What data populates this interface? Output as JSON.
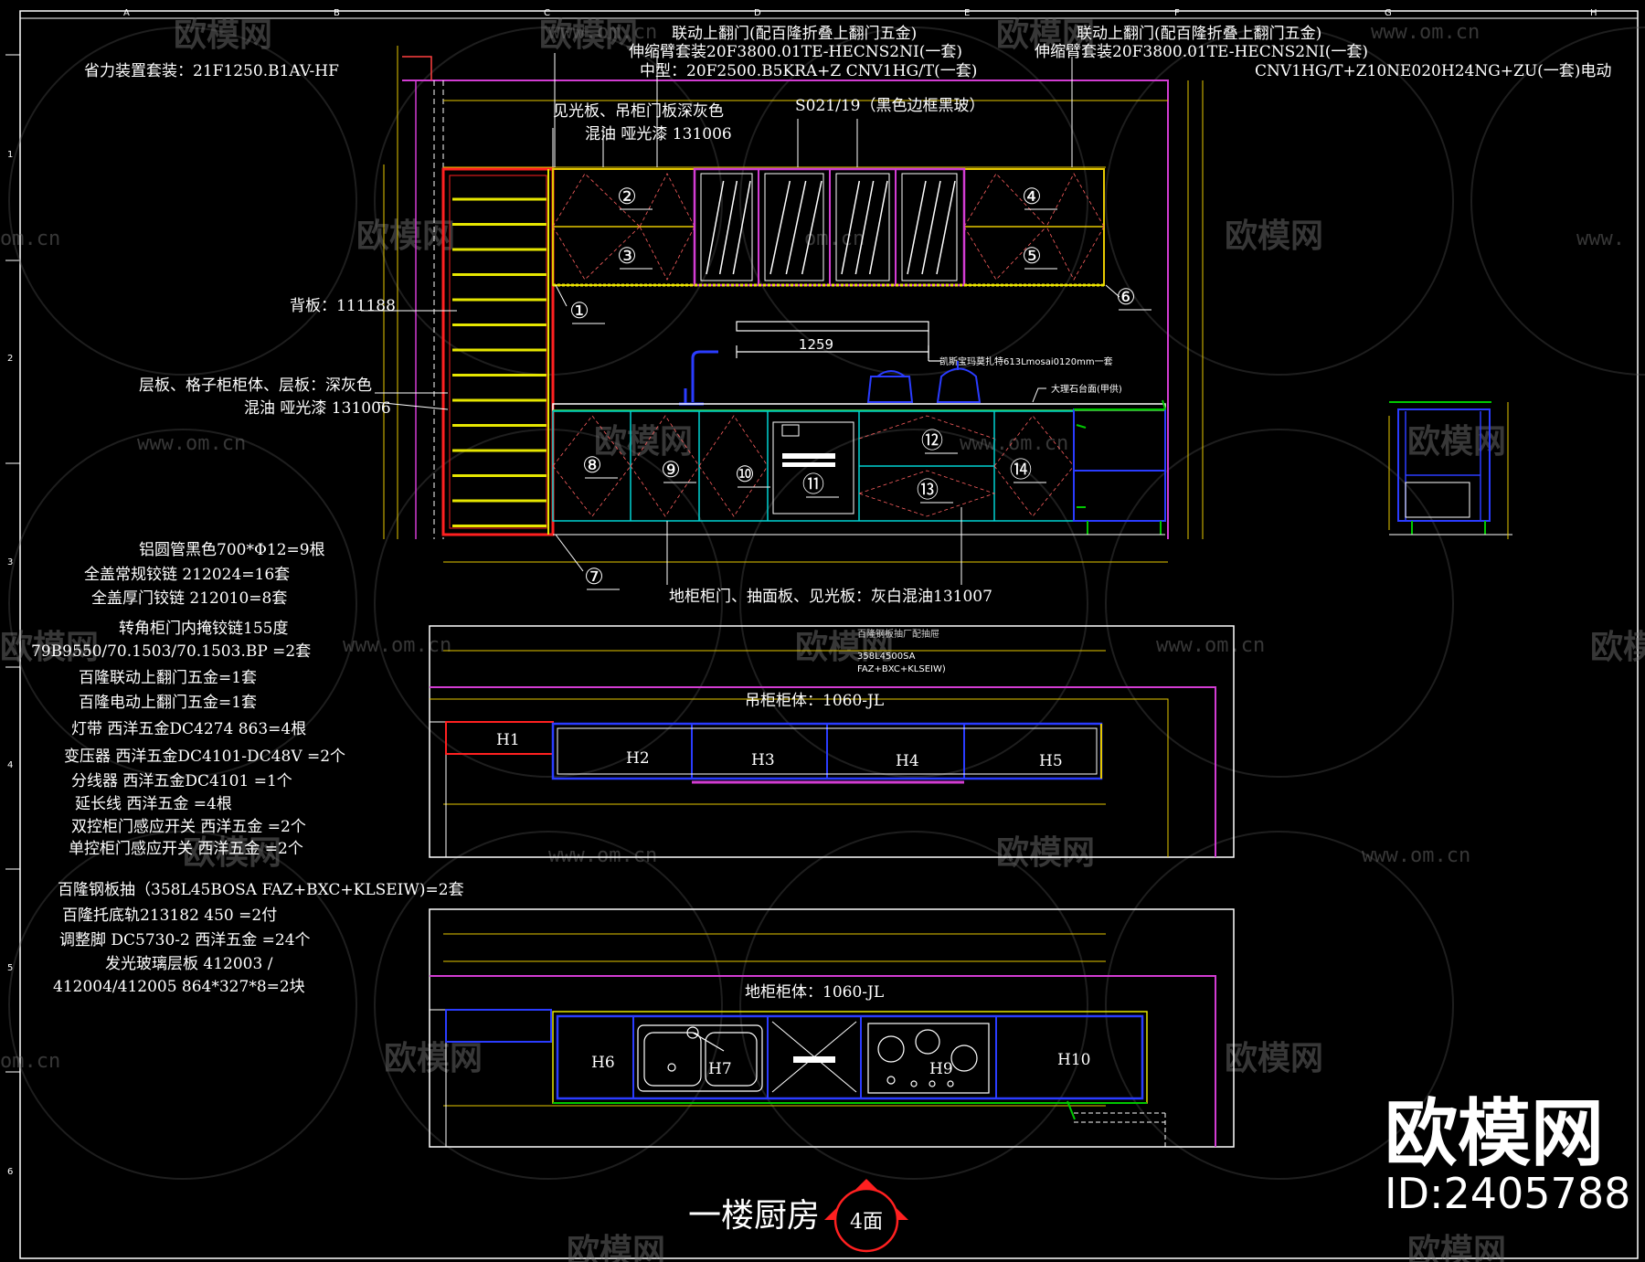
{
  "header_notes": {
    "left": "省力装置套装：21F1250.B1AV-HF",
    "center_l1": "联动上翻门(配百隆折叠上翻门五金)",
    "center_l2": "伸缩臂套装20F3800.01TE-HECNS2NI(一套)",
    "center_l3": "中型：20F2500.B5KRA+Z CNV1HG/T(一套)",
    "right_l1": "联动上翻门(配百隆折叠上翻门五金)",
    "right_l2": "伸缩臂套装20F3800.01TE-HECNS2NI(一套)",
    "right_l3": "CNV1HG/T+Z10NE020H24NG+ZU(一套)电动"
  },
  "labels": {
    "light_panel_l1": "见光板、吊柜门板深灰色",
    "light_panel_l2": "混油 哑光漆 131006",
    "glass": "S021/19（黑色边框黑玻）",
    "back_panel": "背板：111188",
    "shelf_l1": "层板、格子柜柜体、层板：深灰色",
    "shelf_l2": "混油 哑光漆 131006",
    "dimension": "1259",
    "hood": "凯斯宝玛莫扎特613Lmosai0120mm一套",
    "countertop": "大理石台面(甲供)",
    "base_doors": "地柜柜门、抽面板、见光板：灰白混油131007",
    "wall_cab_body": "吊柜柜体：1060-JL",
    "base_cab_body": "地柜柜体：1060-JL",
    "tiny_note_1": "百隆钢板抽厂配抽屉",
    "tiny_note_2": "358L4500SA",
    "tiny_note_3": "FAZ+BXC+KLSEIW)"
  },
  "hardware_list": [
    "铝圆管黑色700*Φ12=9根",
    "全盖常规铰链 212024=16套",
    "全盖厚门铰链 212010=8套",
    "转角柜门内掩铰链155度",
    "79B9550/70.1503/70.1503.BP =2套",
    "百隆联动上翻门五金=1套",
    "百隆电动上翻门五金=1套",
    "灯带 西洋五金DC4274  863=4根",
    "变压器 西洋五金DC4101-DC48V =2个",
    "分线器 西洋五金DC4101 =1个",
    "延长线 西洋五金 =4根",
    "双控柜门感应开关 西洋五金 =2个",
    "单控柜门感应开关 西洋五金 =2个",
    "百隆钢板抽（358L45BOSA FAZ+BXC+KLSEIW)=2套",
    "百隆托底轨213182 450 =2付",
    "调整脚 DC5730-2 西洋五金 =24个",
    "发光玻璃层板 412003 /",
    "412004/412005 864*327*8=2块"
  ],
  "callouts": [
    "①",
    "②",
    "③",
    "④",
    "⑤",
    "⑥",
    "⑦",
    "⑧",
    "⑨",
    "⑩",
    "⑪",
    "⑫",
    "⑬",
    "⑭"
  ],
  "plan_wall": [
    "H1",
    "H2",
    "H3",
    "H4",
    "H5"
  ],
  "plan_base": [
    "H6",
    "H7",
    "H9",
    "H10"
  ],
  "grid_letters": [
    "A",
    "B",
    "C",
    "D",
    "E",
    "F",
    "G",
    "H"
  ],
  "grid_numbers": [
    "1",
    "2",
    "3",
    "4",
    "5",
    "6"
  ],
  "title": "一楼厨房",
  "view_tag": "4面",
  "watermark": {
    "name": "欧模网",
    "url": "www.om.cn",
    "url_short": "om.cn",
    "url_cut": "www."
  },
  "brand": {
    "name": "欧模网",
    "id": "ID:2405788"
  },
  "colors": {
    "red": "#ff2020",
    "yellow": "#e6e600",
    "magenta": "#d23cd2",
    "cyan": "#00d2d2",
    "blue": "#2a3cff",
    "green": "#00c800",
    "white": "#ffffff",
    "orange": "#ffb000"
  }
}
